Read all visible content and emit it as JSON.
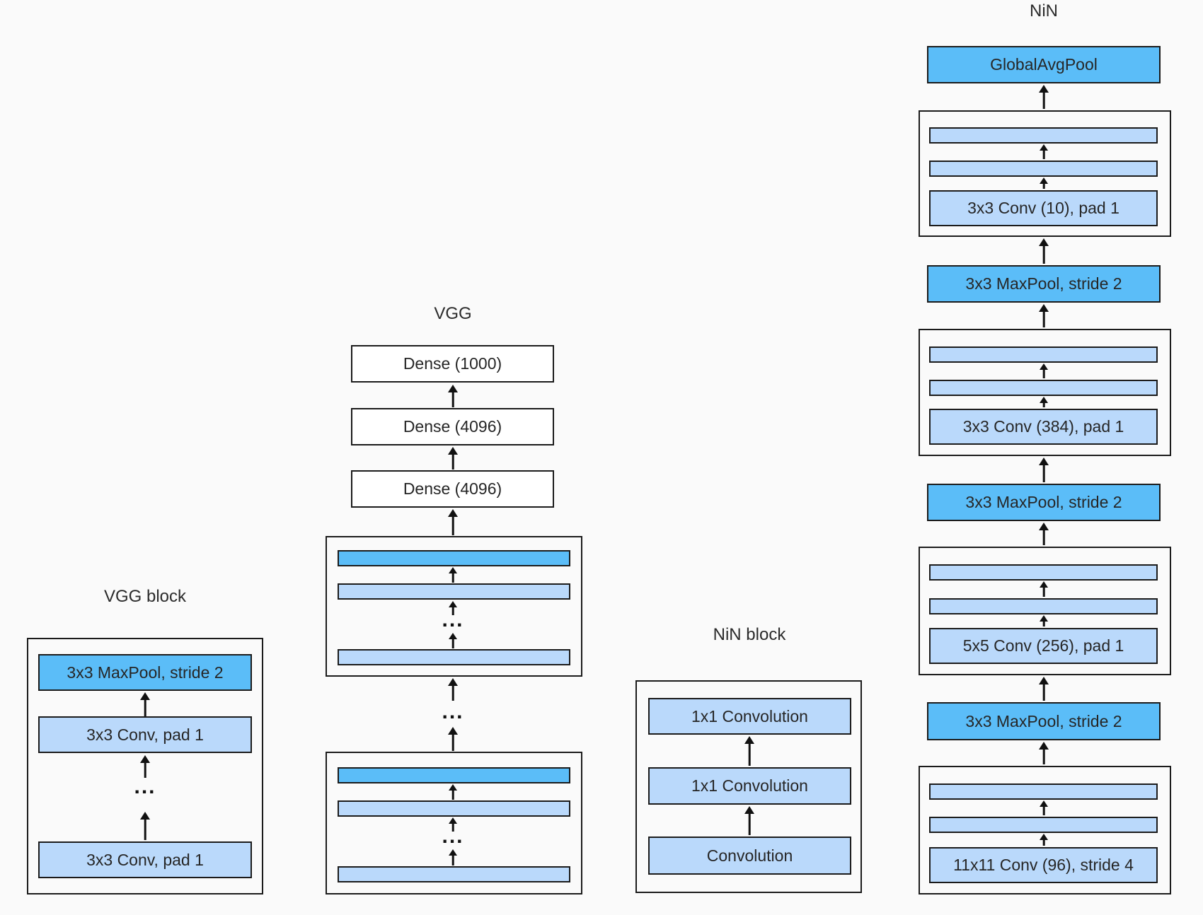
{
  "ellipsis": "...",
  "colors": {
    "background": "#fafafa",
    "pool_fill": "#5bbdf8",
    "conv_fill": "#bad9fb",
    "dense_fill": "#ffffff",
    "border": "#1b1b1b"
  },
  "vgg_block": {
    "title": "VGG block",
    "maxpool_label": "3x3 MaxPool, stride 2",
    "conv_top_label": "3x3 Conv, pad 1",
    "conv_bottom_label": "3x3 Conv, pad 1"
  },
  "vgg": {
    "title": "VGG",
    "dense_layers": [
      "Dense (1000)",
      "Dense (4096)",
      "Dense (4096)"
    ]
  },
  "nin_block": {
    "title": "NiN block",
    "layers": [
      "1x1 Convolution",
      "1x1 Convolution",
      "Convolution"
    ]
  },
  "nin": {
    "title": "NiN",
    "global_pool_label": "GlobalAvgPool",
    "maxpool_label": "3x3 MaxPool, stride 2",
    "conv_blocks": [
      "3x3 Conv (10), pad 1",
      "3x3 Conv (384), pad 1",
      "5x5 Conv (256), pad 1",
      "11x11 Conv (96), stride 4"
    ]
  }
}
